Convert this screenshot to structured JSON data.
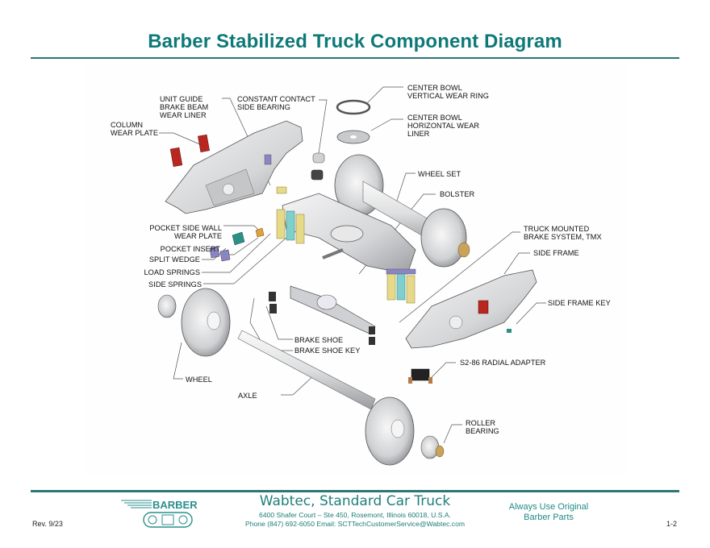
{
  "header": {
    "title": "Barber Stabilized Truck Component Diagram"
  },
  "diagram": {
    "labels": {
      "unit_guide": [
        "UNIT GUIDE",
        "BRAKE BEAM",
        "WEAR LINER"
      ],
      "constant_contact": [
        "CONSTANT CONTACT",
        "SIDE BEARING"
      ],
      "column_wear_plate": [
        "COLUMN",
        "WEAR PLATE"
      ],
      "center_bowl_vertical": [
        "CENTER BOWL",
        "VERTICAL WEAR RING"
      ],
      "center_bowl_horizontal": [
        "CENTER BOWL",
        "HORIZONTAL WEAR",
        "LINER"
      ],
      "wheel_set": "WHEEL SET",
      "bolster": "BOLSTER",
      "pocket_side_wall": [
        "POCKET SIDE WALL",
        "WEAR PLATE"
      ],
      "pocket_insert": "POCKET INSERT",
      "split_wedge": "SPLIT WEDGE",
      "load_springs": "LOAD SPRINGS",
      "side_springs": "SIDE SPRINGS",
      "truck_mounted_brake": [
        "TRUCK MOUNTED",
        "BRAKE SYSTEM, TMX"
      ],
      "side_frame": "SIDE FRAME",
      "side_frame_key": "SIDE FRAME KEY",
      "brake_shoe": "BRAKE SHOE",
      "brake_shoe_key": "BRAKE SHOE KEY",
      "radial_adapter": "S2-86 RADIAL ADAPTER",
      "wheel": "WHEEL",
      "axle": "AXLE",
      "roller_bearing": [
        "ROLLER",
        "BEARING"
      ]
    },
    "colors": {
      "wear_plate_red": "#b8261f",
      "spring_yellow": "#e6d98a",
      "spring_teal": "#7fd0cc",
      "wedge_purple": "#8a86c4",
      "insert_teal": "#2e8f86",
      "pocket_orange": "#e0a23a",
      "bearing_brass": "#c9a35a",
      "steel_gray": "#d9dadc"
    }
  },
  "footer": {
    "revision": "Rev. 9/23",
    "company": "Wabtec, Standard Car Truck",
    "address": "6400 Shafer Court – Ste 450, Rosemont, Illinois 60018, U.S.A.",
    "contact": "Phone (847) 692-6050   Email: SCTTechCustomerService@Wabtec.com",
    "slogan_line1": "Always Use Original",
    "slogan_line2": "Barber Parts",
    "page_number": "1-2",
    "logo_text": "BARBER",
    "brand_color": "#1f7f7c"
  }
}
